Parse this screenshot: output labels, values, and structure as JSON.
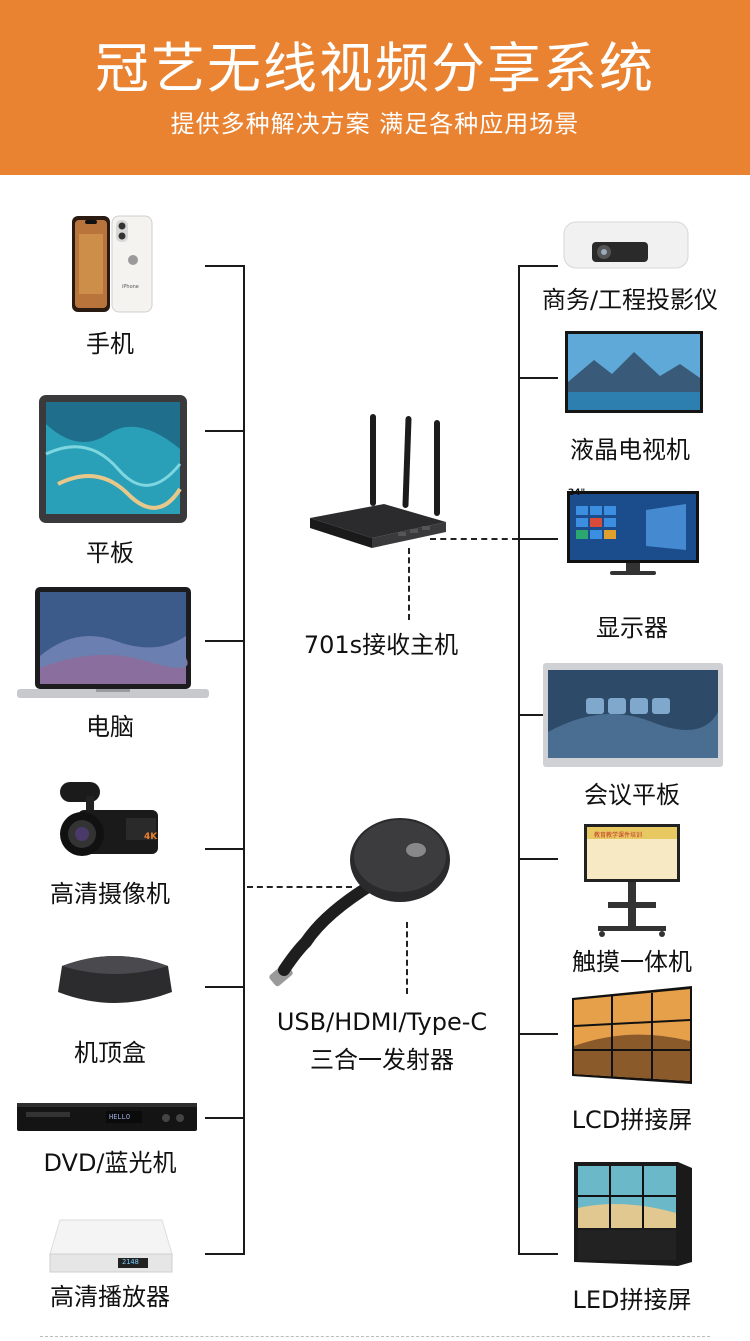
{
  "banner": {
    "title": "冠艺无线视频分享系统",
    "subtitle": "提供多种解决方案 满足各种应用场景"
  },
  "left_devices": [
    "手机",
    "平板",
    "电脑",
    "高清摄像机",
    "机顶盒",
    "DVD/蓝光机",
    "高清播放器"
  ],
  "right_devices": [
    "商务/工程投影仪",
    "液晶电视机",
    "显示器",
    "会议平板",
    "触摸一体机",
    "LCD拼接屏",
    "LED拼接屏"
  ],
  "center": {
    "receiver_label": "701s接收主机",
    "transmitter_line1": "USB/HDMI/Type-C",
    "transmitter_line2": "三合一发射器"
  },
  "screen_text": {
    "monitor_size": "24\"",
    "dvd_display": "HELLO",
    "player_display": "2148",
    "touch_banner": "教育教学课件培训",
    "camera_badge": "4K",
    "phone_brand": "iPhone"
  },
  "colors": {
    "banner": "#e98231",
    "line": "#1a1a1a"
  }
}
